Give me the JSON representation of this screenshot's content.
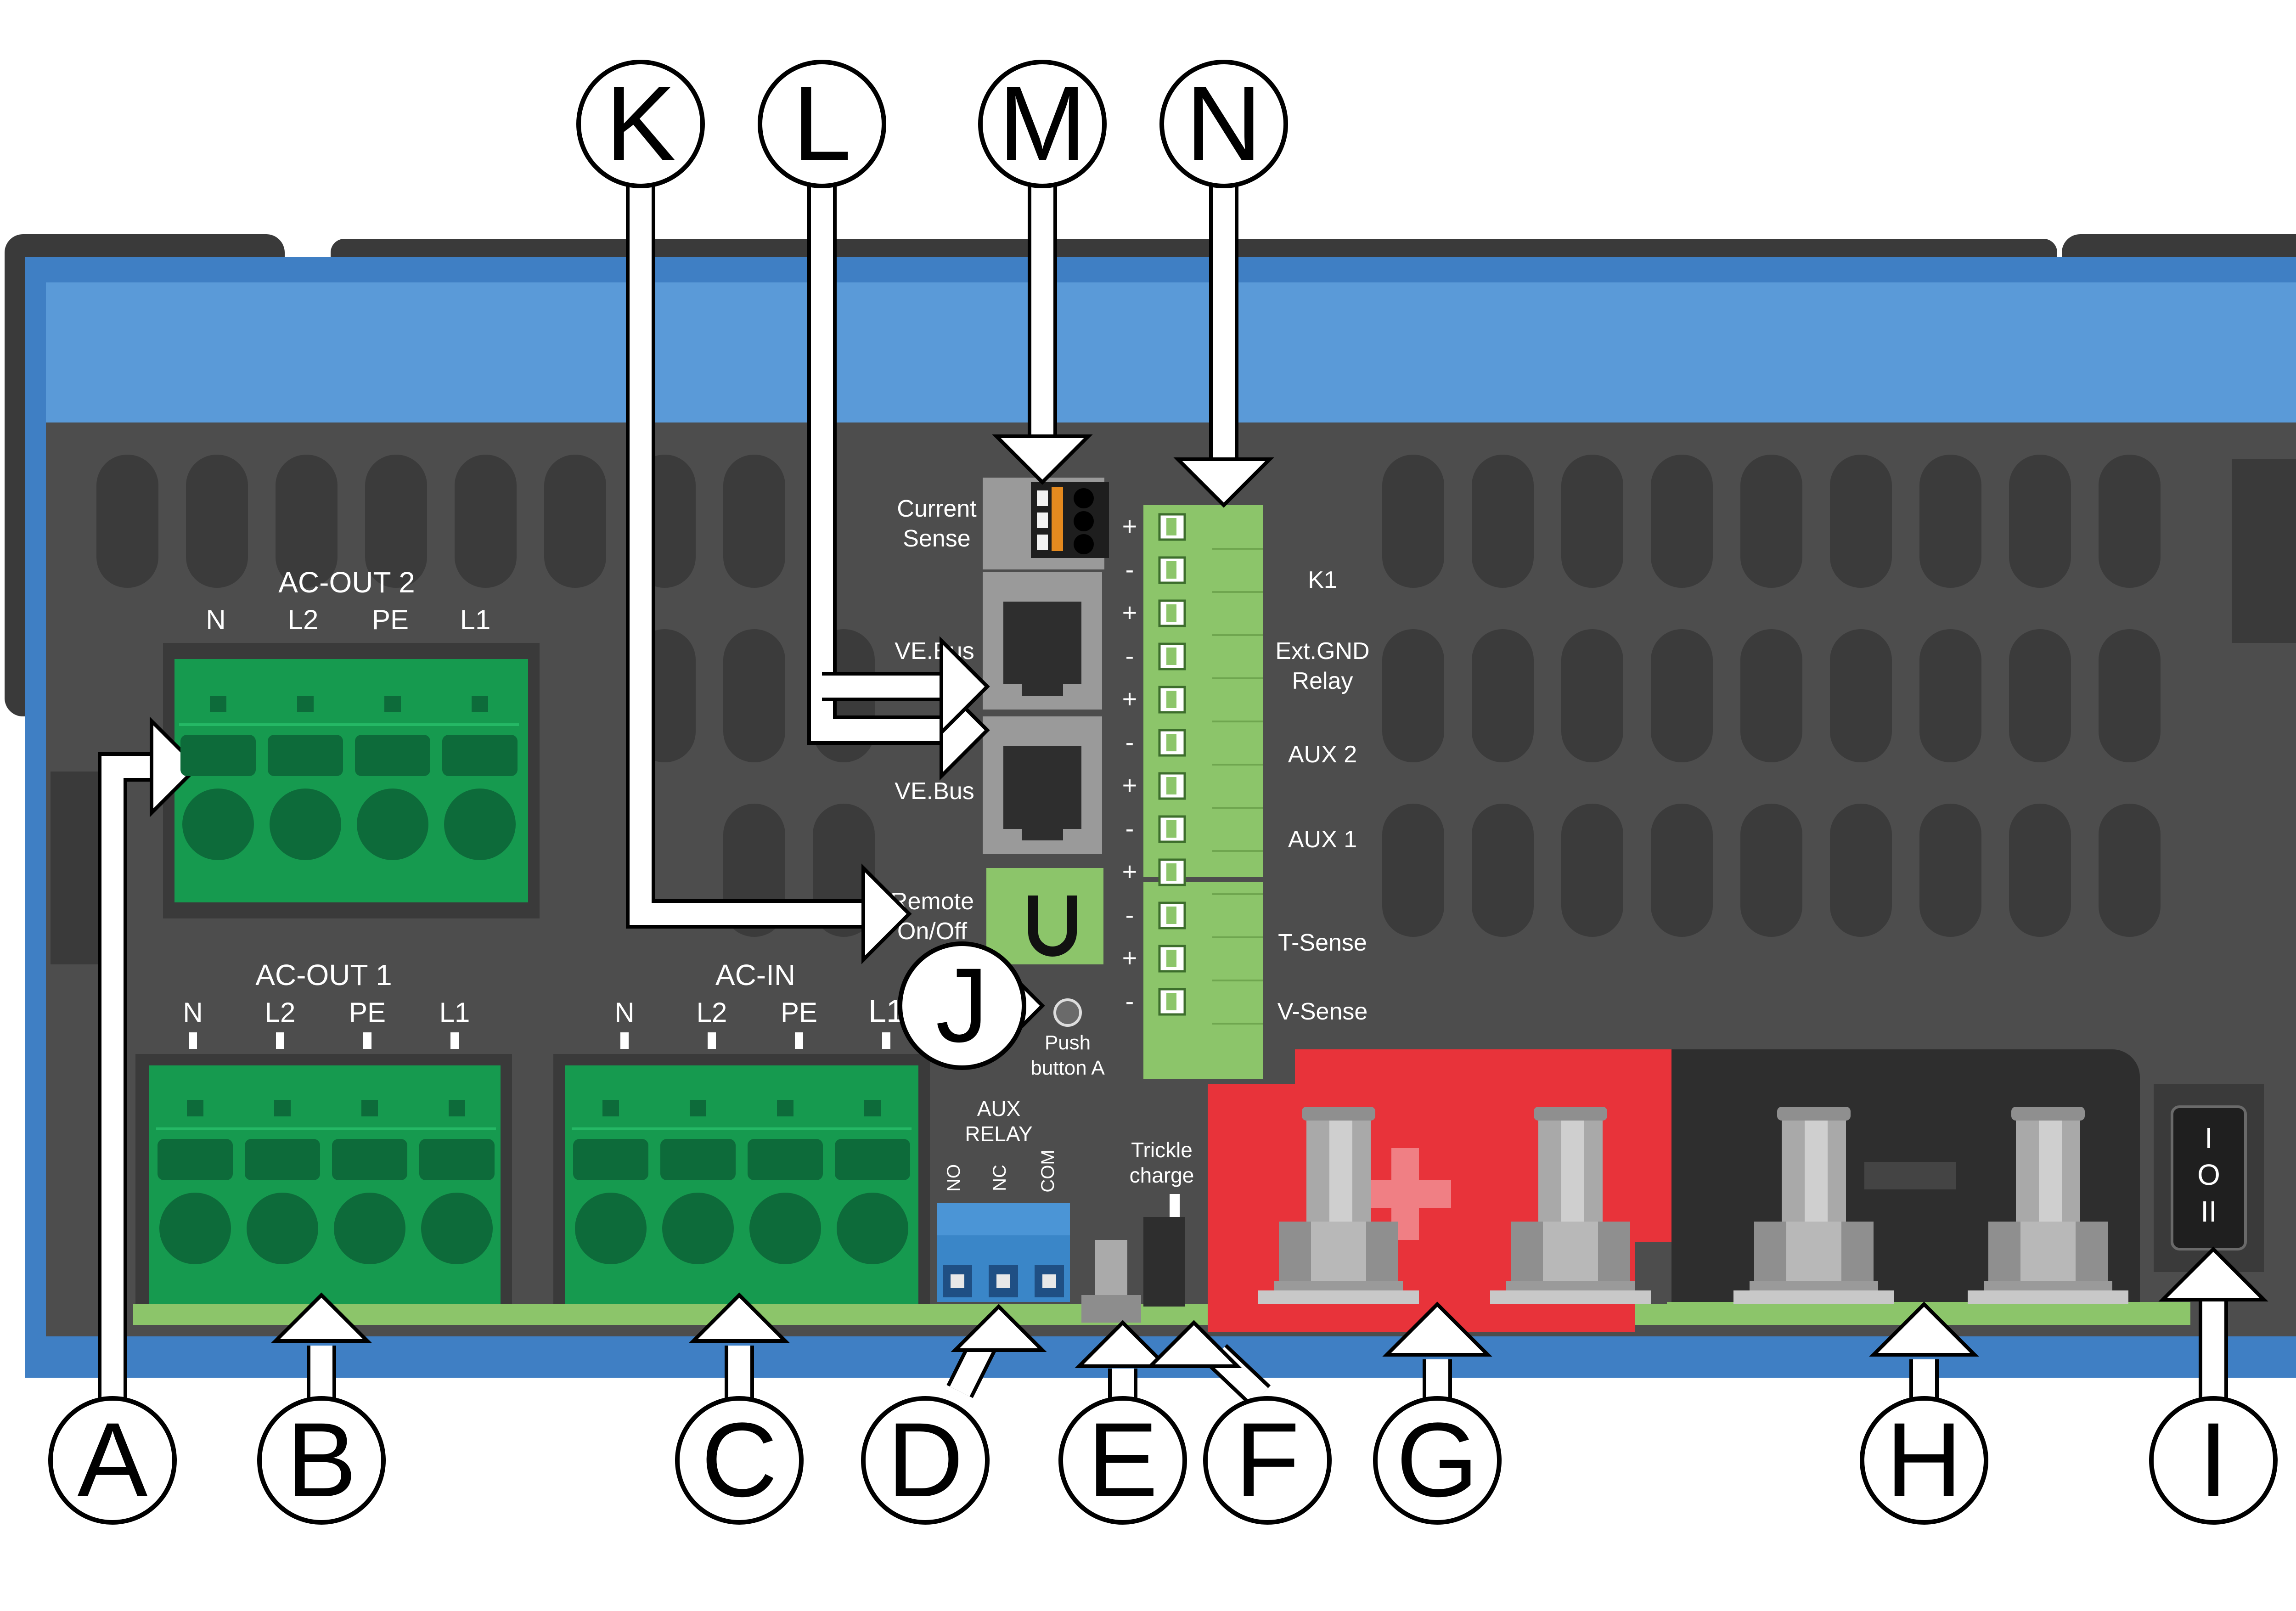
{
  "colors": {
    "enclosure_blue": "#3f7fc4",
    "enclosure_light_blue": "#5a9ad8",
    "panel_gray": "#4d4d4d",
    "slot_gray": "#3b3b3b",
    "terminal_green": "#169a4f",
    "terminal_green_dark": "#0d6b3a",
    "io_green": "#8cc56a",
    "aux_relay_blue": "#3a86c8",
    "battery_red": "#e8333a",
    "battery_black": "#2e2e2e",
    "callout_fill": "#ffffff",
    "callout_stroke": "#000000"
  },
  "labels": {
    "ac_out_2": "AC-OUT 2",
    "ac_out_1": "AC-OUT 1",
    "ac_in": "AC-IN",
    "pin_n": "N",
    "pin_l2": "L2",
    "pin_pe": "PE",
    "pin_l1": "L1",
    "current_sense_1": "Current",
    "current_sense_2": "Sense",
    "ve_bus_1": "VE.Bus",
    "ve_bus_2": "VE.Bus",
    "remote_1": "Remote",
    "remote_2": "On/Off",
    "push_1": "Push",
    "push_2": "button A",
    "aux_relay_1": "AUX",
    "aux_relay_2": "RELAY",
    "relay_no": "NO",
    "relay_nc": "NC",
    "relay_com": "COM",
    "trickle_1": "Trickle",
    "trickle_2": "charge",
    "k1": "K1",
    "ext_gnd_1": "Ext.GND",
    "ext_gnd_2": "Relay",
    "aux2": "AUX 2",
    "aux1": "AUX 1",
    "t_sense": "T-Sense",
    "v_sense": "V-Sense",
    "plus": "+",
    "minus": "-"
  },
  "callouts": {
    "A": "A",
    "B": "B",
    "C": "C",
    "D": "D",
    "E": "E",
    "F": "F",
    "G": "G",
    "H": "H",
    "I": "I",
    "J": "J",
    "K": "K",
    "L": "L",
    "M": "M",
    "N": "N"
  },
  "switch_symbols": {
    "on": "I",
    "off": "O",
    "mid": "II"
  }
}
